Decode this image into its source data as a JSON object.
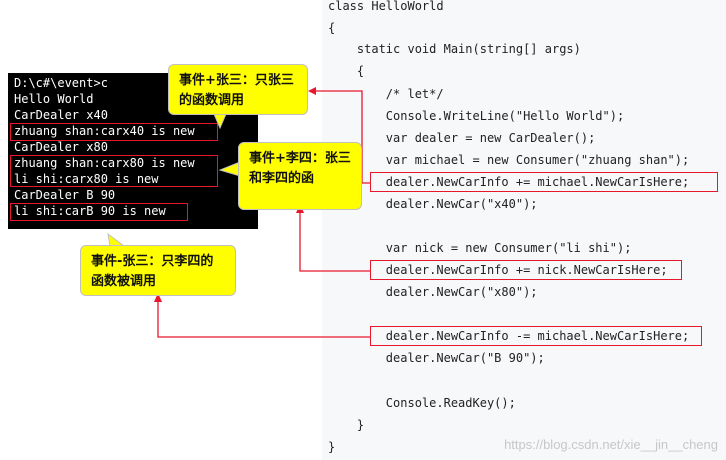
{
  "console": {
    "lines": [
      "D:\\c#\\event>c",
      "Hello World",
      "CarDealer x40",
      "zhuang shan:carx40 is new",
      "CarDealer x80",
      "zhuang shan:carx80 is new",
      "li shi:carx80 is new",
      "CarDealer B 90",
      "li shi:carB 90 is new"
    ]
  },
  "code": {
    "lines": [
      "class HelloWorld",
      "{",
      "    static void Main(string[] args)",
      "    {",
      "        /* let*/",
      "        Console.WriteLine(\"Hello World\");",
      "        var dealer = new CarDealer();",
      "        var michael = new Consumer(\"zhuang shan\");",
      "        dealer.NewCarInfo += michael.NewCarIsHere;",
      "        dealer.NewCar(\"x40\");",
      "",
      "        var nick = new Consumer(\"li shi\");",
      "        dealer.NewCarInfo += nick.NewCarIsHere;",
      "        dealer.NewCar(\"x80\");",
      "",
      "        dealer.NewCarInfo -= michael.NewCarIsHere;",
      "        dealer.NewCar(\"B 90\");",
      "",
      "        Console.ReadKey();",
      "    }",
      "}"
    ]
  },
  "callouts": {
    "first": "事件+张三：只张三的函数调用",
    "second": "事件+李四：张三和李四的函",
    "third": "事件-张三：只李四的函数被调用"
  },
  "watermark": "https://blog.csdn.net/xie__jin__cheng",
  "colors": {
    "highlight_red": "#e8182c",
    "callout_yellow": "#ffff00",
    "console_bg": "#000000"
  }
}
